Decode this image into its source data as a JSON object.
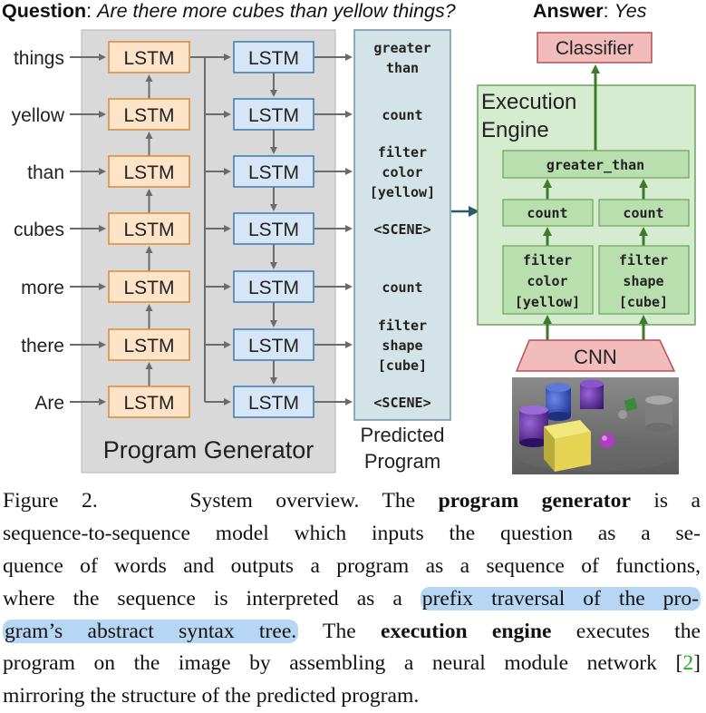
{
  "question": {
    "label": "Question",
    "text": "Are there more cubes than yellow things?",
    "answer_label": "Answer",
    "answer_text": "Yes"
  },
  "diagram": {
    "words": [
      "things",
      "yellow",
      "than",
      "cubes",
      "more",
      "there",
      "Are"
    ],
    "encoder_label": "LSTM",
    "decoder_label": "LSTM",
    "program_generator_label": "Program Generator",
    "predicted_program": [
      [
        "greater",
        "than"
      ],
      [
        "count"
      ],
      [
        "filter",
        "color",
        "[yellow]"
      ],
      [
        "<SCENE>"
      ],
      [
        "count"
      ],
      [
        "filter",
        "shape",
        "[cube]"
      ],
      [
        "<SCENE>"
      ]
    ],
    "predicted_program_label": [
      "Predicted",
      "Program"
    ],
    "classifier_label": "Classifier",
    "execution_engine_label": [
      "Execution",
      "Engine"
    ],
    "modules": {
      "greater_than": "greater_than",
      "count_left": "count",
      "count_right": "count",
      "filter_left": [
        "filter",
        "color",
        "[yellow]"
      ],
      "filter_right": [
        "filter",
        "shape",
        "[cube]"
      ]
    },
    "cnn_label": "CNN",
    "colors": {
      "lstm_encoder_fill": "#fde4c8",
      "lstm_encoder_stroke": "#d7893a",
      "lstm_decoder_fill": "#d6e6f6",
      "lstm_decoder_stroke": "#3c78b4",
      "generator_bg": "#d9d9d9",
      "program_bg": "#d3e3e7",
      "engine_bg": "#d5ecd0",
      "engine_stroke": "#6aa45a",
      "module_fill": "#b9dfae",
      "classifier_fill": "#f3bcbc",
      "classifier_stroke": "#b45050",
      "green_arrow": "#3e7a2c",
      "gray_arrow": "#6b6b6b",
      "teal_arrow": "#2d5a66"
    }
  },
  "caption": {
    "figure_label": "Figure 2.",
    "lines": {
      "l1_pre": "System overview.  The ",
      "l1_bold": "program generator",
      "l1_post": " is a",
      "l2": "sequence-to-sequence model which inputs the question as a se-",
      "l3": "quence of words and outputs a program as a sequence of functions,",
      "l4_pre": "where the sequence is interpreted as a ",
      "l4_hl": "prefix traversal of the pro-",
      "l5_hl": "gram’s abstract syntax tree.",
      "l5_mid": " The ",
      "l5_bold": "execution engine",
      "l5_post": " executes the",
      "l6_pre": "program on the image by assembling a neural module network [",
      "l6_cite": "2",
      "l6_post": "]",
      "l7": "mirroring the structure of the predicted program."
    }
  }
}
